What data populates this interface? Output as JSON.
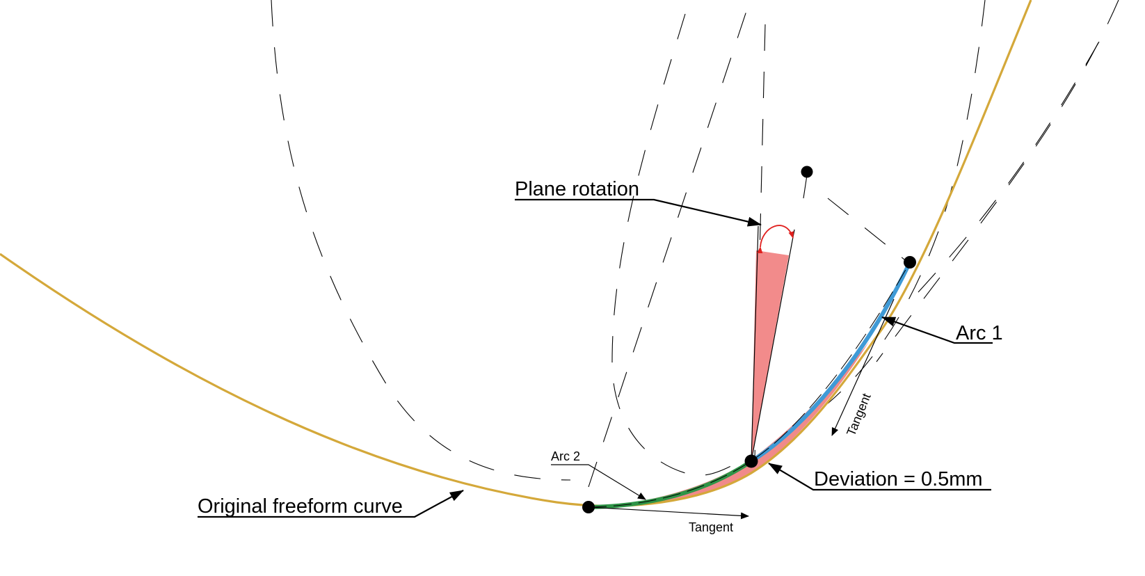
{
  "labels": {
    "plane_rotation": "Plane rotation",
    "arc1": "Arc 1",
    "arc2": "Arc 2",
    "deviation": "Deviation = 0.5mm",
    "original_curve": "Original freeform curve",
    "tangent_bottom": "Tangent",
    "tangent_right": "Tangent"
  },
  "colors": {
    "original_curve": "#d4a83a",
    "arc1": "#3f9ad6",
    "arc2": "#2e9447",
    "deviation_fill": "#f08a8a",
    "rotation_wedge": "#f28b8b",
    "rotation_arrow": "#e0201e",
    "ink": "#000000"
  }
}
